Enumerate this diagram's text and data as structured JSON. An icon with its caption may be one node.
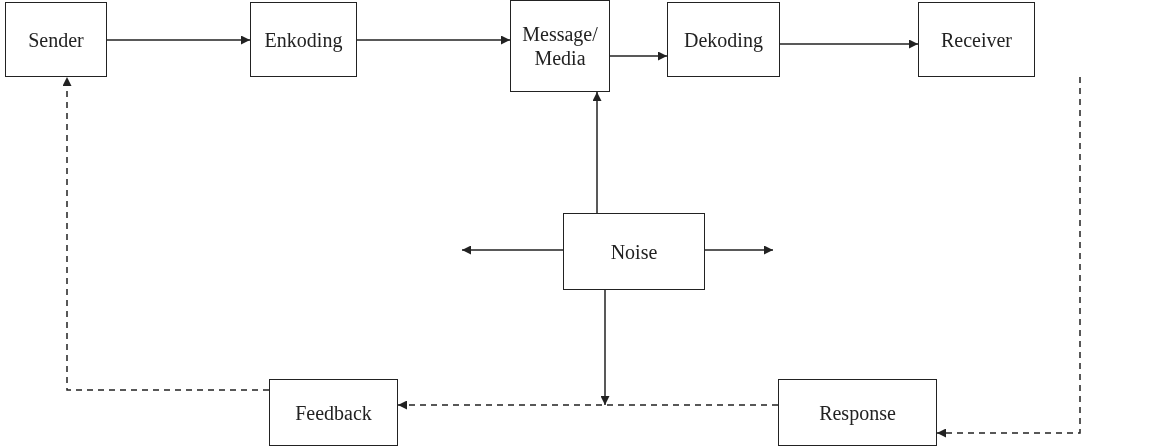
{
  "diagram": {
    "nodes": [
      {
        "text": [
          "Sender"
        ]
      },
      {
        "text": [
          "Enkoding"
        ]
      },
      {
        "text": [
          "Message/ Media"
        ]
      },
      {
        "text": [
          "Dekoding"
        ]
      },
      {
        "text": [
          "Receiver"
        ]
      },
      {
        "text": [
          "Noise"
        ]
      },
      {
        "text": [
          "Feedback"
        ]
      },
      {
        "text": [
          "Response"
        ]
      }
    ],
    "edges": [
      {
        "from": 0,
        "to": 1,
        "arrow": "to"
      },
      {
        "from": 1,
        "to": 2,
        "arrow": "to"
      },
      {
        "from": 2,
        "to": 3,
        "arrow": "to"
      },
      {
        "from": 3,
        "to": 4,
        "arrow": "to"
      },
      {
        "from": 5,
        "to": 2,
        "arrow": "to"
      },
      {
        "from": 5,
        "to": null,
        "arrow": "to"
      },
      {
        "from": 5,
        "to": null,
        "arrow": "to"
      },
      {
        "from": 5,
        "to": null,
        "arrow": "to"
      },
      {
        "from": 4,
        "to": 7,
        "arrow": "to",
        "style": "dashed"
      },
      {
        "from": 7,
        "to": 6,
        "arrow": "to",
        "style": "dashed"
      },
      {
        "from": 6,
        "to": 0,
        "arrow": "to",
        "style": "dashed"
      }
    ]
  }
}
